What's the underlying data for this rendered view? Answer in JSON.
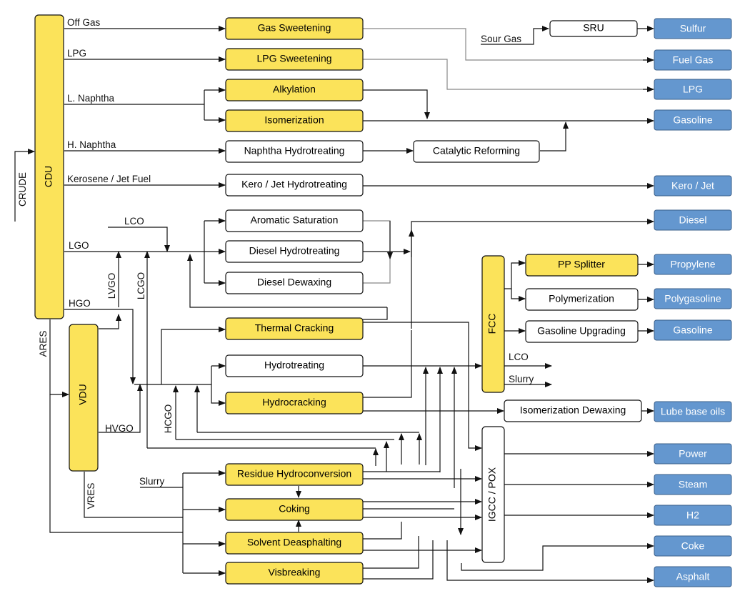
{
  "feed": {
    "crude": "CRUDE"
  },
  "units": {
    "cdu": "CDU",
    "vdu": "VDU",
    "fcc": "FCC",
    "igcc": "IGCC / POX",
    "gas_sweetening": "Gas Sweetening",
    "lpg_sweetening": "LPG Sweetening",
    "alkylation": "Alkylation",
    "isomerization": "Isomerization",
    "naphtha_hydrotreating": "Naphtha Hydrotreating",
    "catalytic_reforming": "Catalytic Reforming",
    "kero_hydrotreating": "Kero / Jet Hydrotreating",
    "aromatic_saturation": "Aromatic Saturation",
    "diesel_hydrotreating": "Diesel Hydrotreating",
    "diesel_dewaxing": "Diesel Dewaxing",
    "thermal_cracking": "Thermal Cracking",
    "hydrotreating": "Hydrotreating",
    "hydrocracking": "Hydrocracking",
    "residue_hydroconversion": "Residue Hydroconversion",
    "coking": "Coking",
    "solvent_deasphalting": "Solvent Deasphalting",
    "visbreaking": "Visbreaking",
    "sru": "SRU",
    "pp_splitter": "PP Splitter",
    "polymerization": "Polymerization",
    "gasoline_upgrading": "Gasoline Upgrading",
    "isomerization_dewaxing": "Isomerization Dewaxing"
  },
  "products": {
    "sulfur": "Sulfur",
    "fuel_gas": "Fuel Gas",
    "lpg": "LPG",
    "gasoline": "Gasoline",
    "kero_jet": "Kero / Jet",
    "diesel": "Diesel",
    "propylene": "Propylene",
    "polygasoline": "Polygasoline",
    "gasoline_fcc": "Gasoline",
    "lube_base_oils": "Lube base oils",
    "power": "Power",
    "steam": "Steam",
    "h2": "H2",
    "coke": "Coke",
    "asphalt": "Asphalt"
  },
  "streams": {
    "off_gas": "Off Gas",
    "lpg": "LPG",
    "l_naphtha": "L. Naphtha",
    "h_naphtha": "H. Naphtha",
    "kerosene": "Kerosene / Jet Fuel",
    "lco_top": "LCO",
    "lgo": "LGO",
    "hgo": "HGO",
    "lvgo": "LVGO",
    "lcgo": "LCGO",
    "ares": "ARES",
    "hvgo": "HVGO",
    "hcgo": "HCGO",
    "vres": "VRES",
    "slurry_in": "Slurry",
    "sour_gas": "Sour Gas",
    "lco_fcc": "LCO",
    "slurry_fcc": "Slurry"
  },
  "colors": {
    "unit_fill": "#FBE35A",
    "product_fill": "#6497CF",
    "line": "#111111",
    "grey_line": "#888888"
  }
}
